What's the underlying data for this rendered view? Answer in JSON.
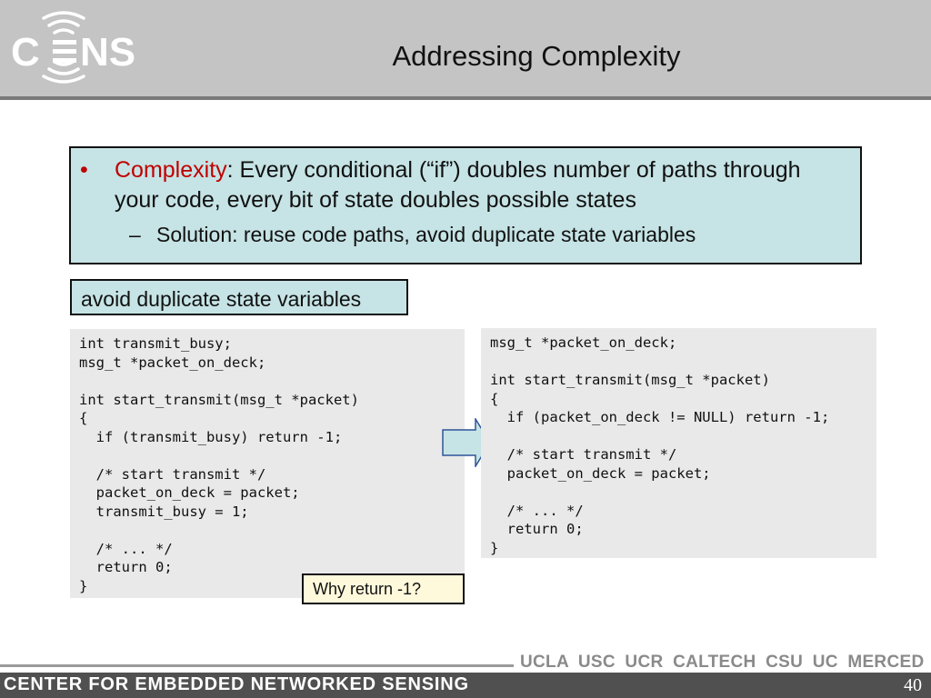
{
  "header": {
    "logo_text": "CENS",
    "title": "Addressing Complexity"
  },
  "bullets": {
    "main_highlight": "Complexity",
    "main_text": ": Every conditional (“if”) doubles number of paths through your code, every bit of state doubles possible states",
    "sub_marker": "–",
    "sub_text": "Solution: reuse code paths, avoid duplicate state variables"
  },
  "tag_label": "avoid duplicate state variables",
  "code_left": {
    "lines": [
      "int transmit_busy;",
      "msg_t *packet_on_deck;",
      "",
      "int start_transmit(msg_t *packet)",
      "{",
      "  if (transmit_busy) return -1;",
      "",
      "  /* start transmit */",
      "  packet_on_deck = packet;",
      "  transmit_busy = 1;",
      "",
      "  /* ... */",
      "  return 0;",
      "}"
    ]
  },
  "code_right": {
    "lines": [
      "msg_t *packet_on_deck;",
      "",
      "int start_transmit(msg_t *packet)",
      "{",
      "  if (packet_on_deck != NULL) return -1;",
      "",
      "  /* start transmit */",
      "  packet_on_deck = packet;",
      "",
      "  /* ... */",
      "  return 0;",
      "}"
    ]
  },
  "note": "Why return -1?",
  "footer": {
    "universities": "UCLA USC UCR CALTECH CSU UC MERCED",
    "center_name": "CENTER FOR EMBEDDED NETWORKED SENSING",
    "page_number": "40"
  },
  "colors": {
    "header_bg": "#c4c4c4",
    "box_bg": "#c6e3e5",
    "highlight": "#c00000",
    "code_bg": "#e9e9e9",
    "note_bg": "#fff9dc",
    "footer_bg": "#505050"
  }
}
